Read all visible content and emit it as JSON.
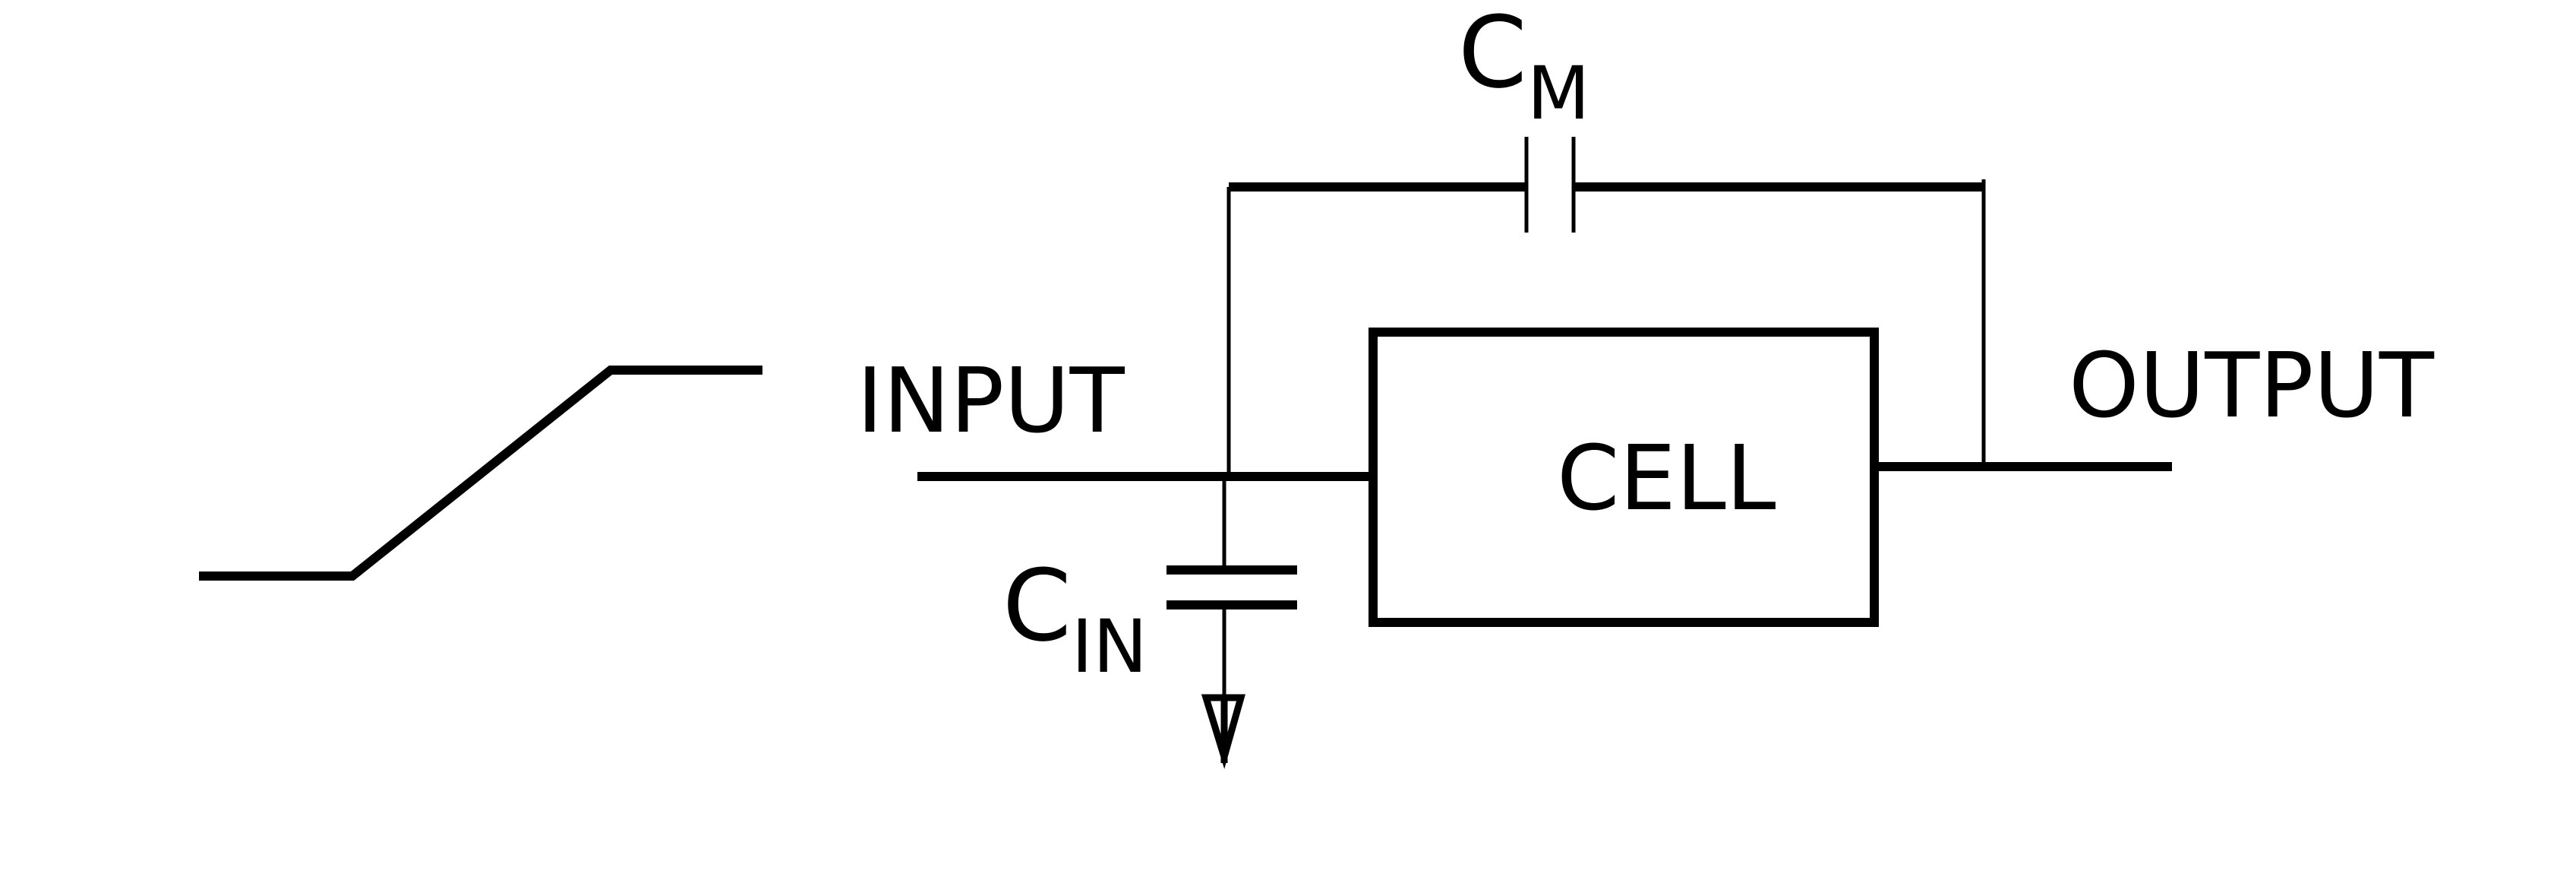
{
  "labels": {
    "input": "INPUT",
    "output": "OUTPUT",
    "cell": "CELL",
    "cm_main": "C",
    "cm_sub": "M",
    "cin_main": "C",
    "cin_sub": "IN"
  },
  "colors": {
    "stroke": "#000000",
    "background": "#ffffff"
  }
}
